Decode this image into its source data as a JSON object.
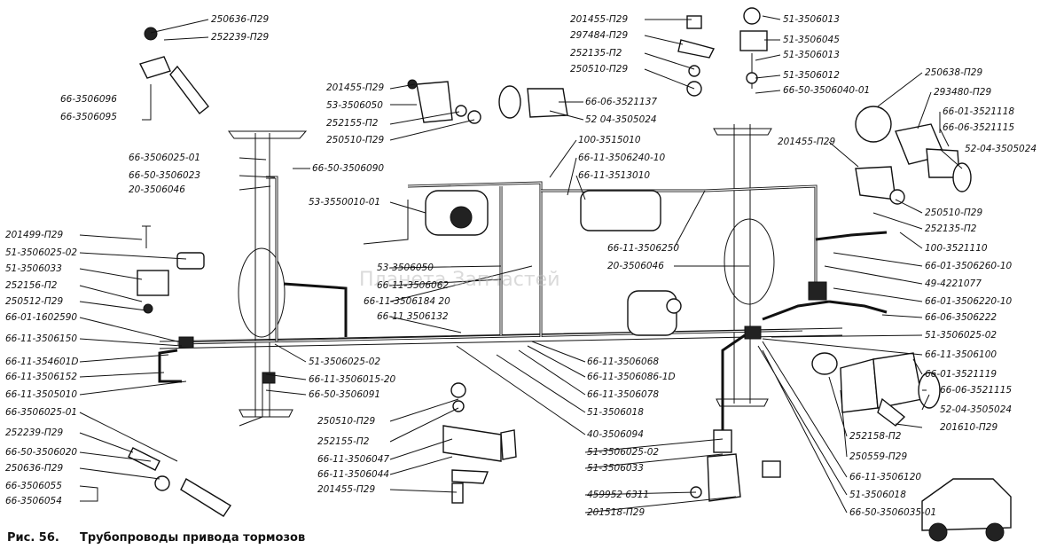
{
  "caption": {
    "prefix": "Рис.  56.",
    "title": "Трубопроводы привода тормозов"
  },
  "watermark": "Планета Запчастей",
  "labels": [
    "250636-П29",
    "252239-П29",
    "66-3506096",
    "66-3506095",
    "201455-П29",
    "53-3506050",
    "252155-П2",
    "250510-П29",
    "66-3506025-01",
    "66-50-3506023",
    "20-3506046",
    "66-50-3506090",
    "201499-П29",
    "51-3506025-02",
    "51-3506033",
    "252156-П2",
    "250512-П29",
    "66-01-1602590",
    "66-11-3506150",
    "66-11-354601D",
    "66-11-3506152",
    "66-11-3505010",
    "66-3506025-01",
    "252239-П29",
    "66-50-3506020",
    "250636-П29",
    "66-3506055",
    "66-3506054",
    "53-3550010-01",
    "53-3506050",
    "66-11-3506062",
    "66-11-3506184 20",
    "66-11 3506132",
    "51-3506025-02",
    "66-11-3506015-20",
    "66-50-3506091",
    "250510-П29",
    "252155-П2",
    "66-11-3506047",
    "66-11-3506044",
    "201455-П29",
    "201455-П29",
    "297484-П29",
    "252135-П2",
    "250510-П29",
    "66-06-3521137",
    "52 04-3505024",
    "100-3515010",
    "66-11-3506240-10",
    "66-11-3513010",
    "66-11-3506250",
    "20-3506046",
    "66-11-3506068",
    "66-11-3506086-1D",
    "66-11-3506078",
    "51-3506018",
    "40-3506094",
    "51-3506025-02",
    "51-3506033",
    "459952 6311",
    "201518-П29",
    "51-3506013",
    "51-3506045",
    "51-3506013",
    "51-3506012",
    "66-50-3506040-01",
    "250638-П29",
    "293480-П29",
    "66-01-3521118",
    "66-06-3521115",
    "52-04-3505024",
    "201455-П29",
    "250510-П29",
    "252135-П2",
    "100-3521110",
    "66-01-3506260-10",
    "49-4221077",
    "66-01-3506220-10",
    "66-06-3506222",
    "51-3506025-02",
    "66-11-3506100",
    "66-01-3521119",
    "66-06-3521115",
    "52-04-3505024",
    "201610-П29",
    "252158-П2",
    "250559-П29",
    "66-11-3506120",
    "51-3506018",
    "66-50-3506035-01"
  ]
}
